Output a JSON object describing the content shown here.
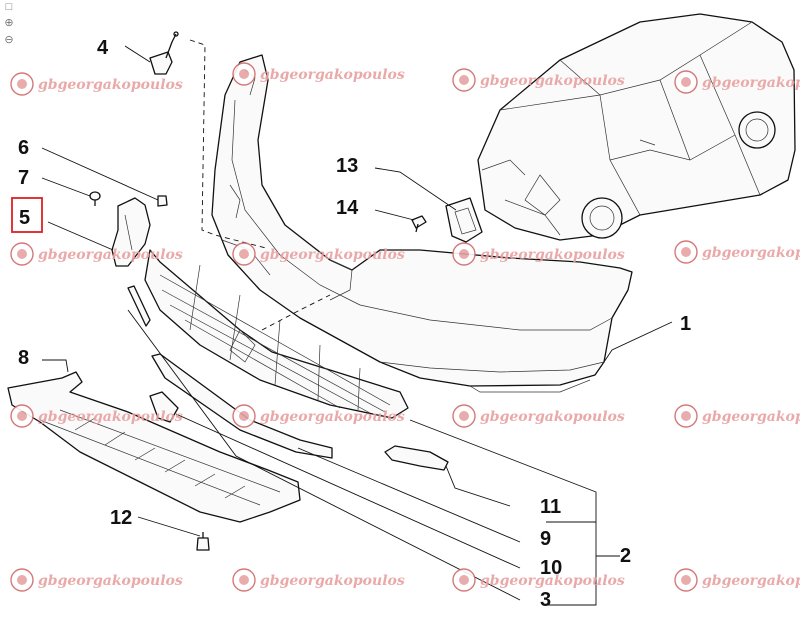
{
  "watermark": {
    "text": "gbgeorgakopoulos"
  },
  "callouts": [
    {
      "id": "c1",
      "label": "1"
    },
    {
      "id": "c2",
      "label": "2"
    },
    {
      "id": "c3",
      "label": "3"
    },
    {
      "id": "c4",
      "label": "4"
    },
    {
      "id": "c5",
      "label": "5",
      "highlighted": true
    },
    {
      "id": "c6",
      "label": "6"
    },
    {
      "id": "c7",
      "label": "7"
    },
    {
      "id": "c8",
      "label": "8"
    },
    {
      "id": "c9",
      "label": "9"
    },
    {
      "id": "c10",
      "label": "10"
    },
    {
      "id": "c11",
      "label": "11"
    },
    {
      "id": "c12",
      "label": "12"
    },
    {
      "id": "c13",
      "label": "13"
    },
    {
      "id": "c14",
      "label": "14"
    }
  ],
  "tools": [
    {
      "name": "page-icon"
    },
    {
      "name": "zoom-in-icon"
    },
    {
      "name": "zoom-out-icon"
    }
  ],
  "colors": {
    "highlight": "#dd2222",
    "watermark": "#e8a0a0",
    "line": "#111111"
  }
}
